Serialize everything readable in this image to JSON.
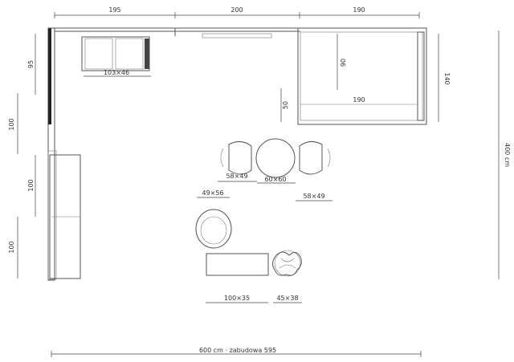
{
  "dimensions": {
    "top_left": "195",
    "top_mid": "200",
    "top_right": "190",
    "left_upper": "95",
    "left_1": "100",
    "left_2": "100",
    "left_3": "100",
    "cabinet": "103×46",
    "bed_width": "190",
    "bed_depth_inner": "90",
    "bed_depth": "140",
    "bed_small": "50",
    "total_height": "400 cm",
    "chair_left": "58×49",
    "table": "60×60",
    "chair_right": "58×49",
    "armchair": "49×56",
    "bench": "100×35",
    "plant": "45×38",
    "total_width": "600 cm · zabudowa 595"
  }
}
